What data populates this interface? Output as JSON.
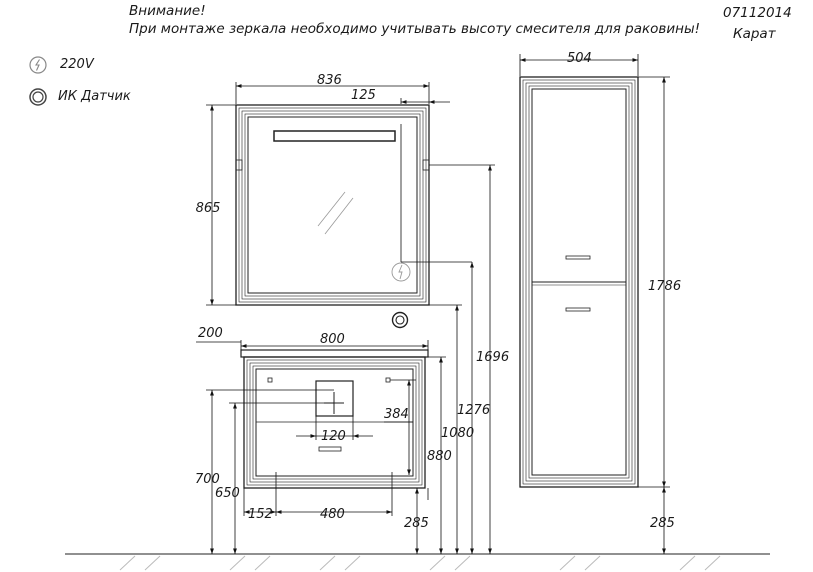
{
  "header": {
    "warning_title": "Внимание!",
    "warning_text": "При монтаже зеркала необходимо учитывать высоту смесителя для раковины!",
    "code": "07112014",
    "model": "Карат"
  },
  "legend": [
    {
      "icon": "power-icon",
      "label": "220V"
    },
    {
      "icon": "ir-sensor-icon",
      "label": "ИК  Датчик"
    }
  ],
  "dimensions": {
    "mirror_width": "836",
    "mirror_offset": "125",
    "mirror_height": "865",
    "cabinet_depth": "200",
    "cabinet_width": "800",
    "sink_drain_width": "120",
    "drain_height": "384",
    "cabinet_height": "700",
    "drain_from_floor": "650",
    "left_offset": "152",
    "sink_width": "480",
    "cabinet_floor_gap": "285",
    "height_880": "880",
    "height_1080": "1080",
    "height_1276": "1276",
    "height_1696": "1696",
    "column_width": "504",
    "column_height": "1786",
    "column_floor_gap": "285"
  }
}
